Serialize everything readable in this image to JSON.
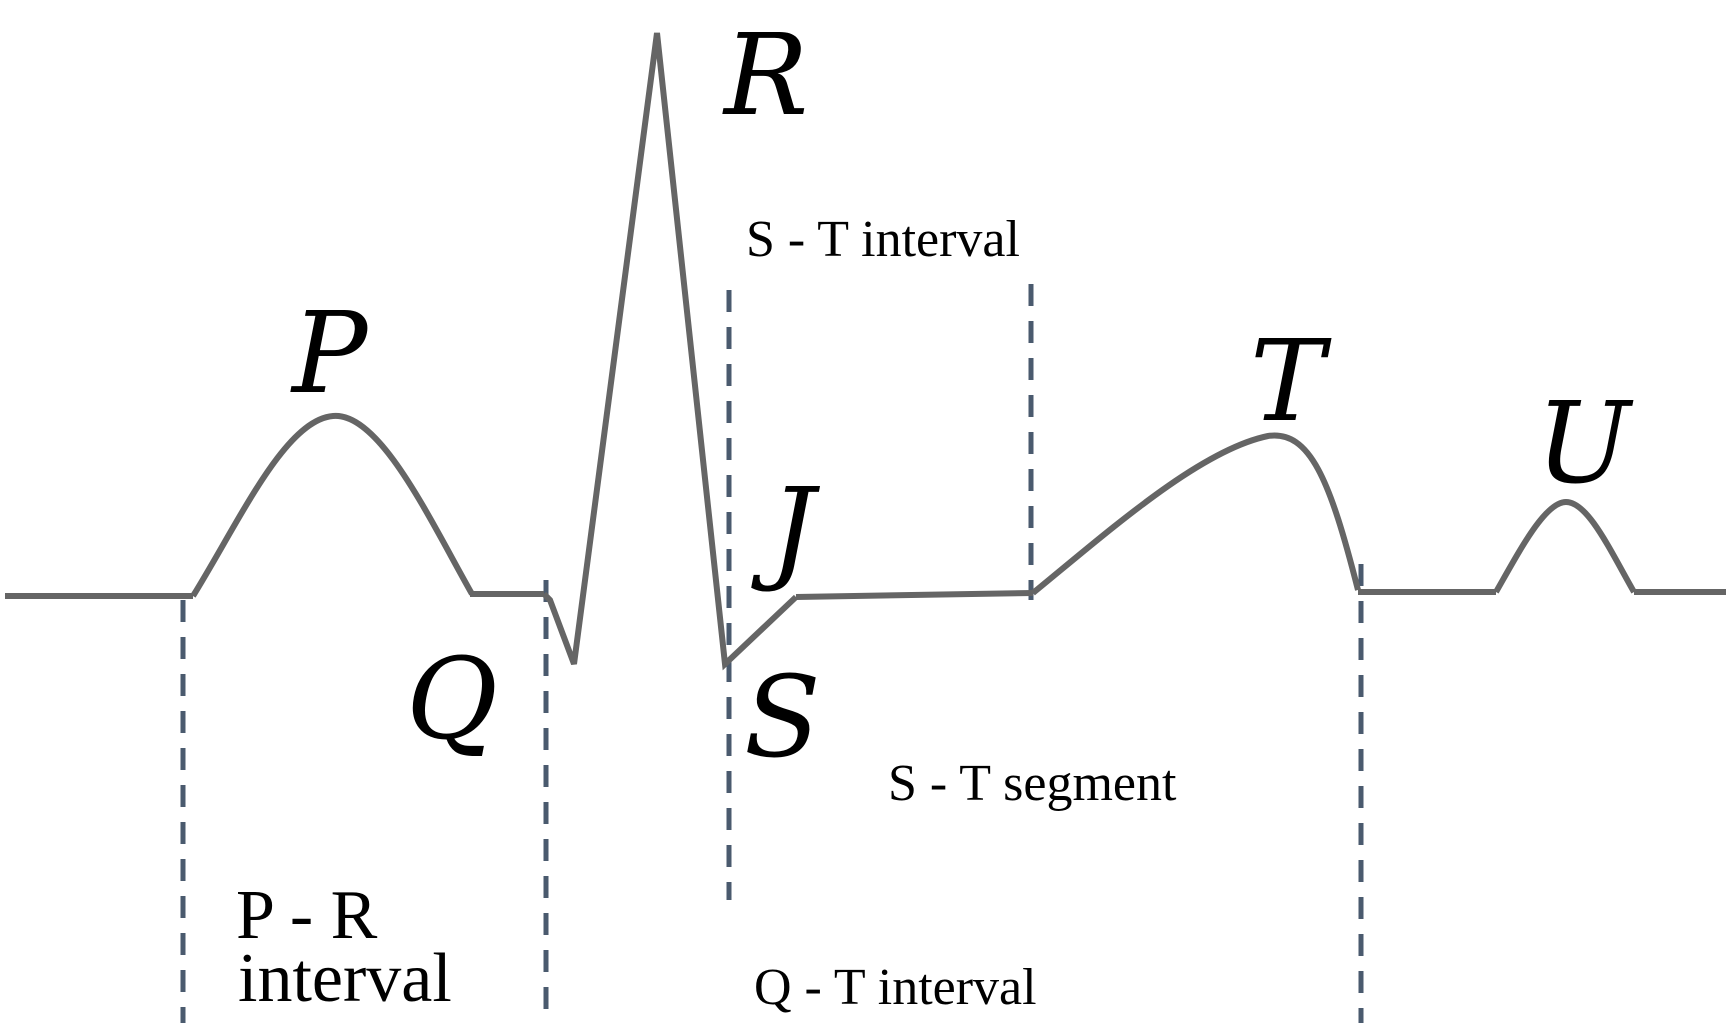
{
  "diagram": {
    "waves": [
      {
        "id": "p",
        "label": "P"
      },
      {
        "id": "q",
        "label": "Q"
      },
      {
        "id": "r",
        "label": "R"
      },
      {
        "id": "s",
        "label": "S"
      },
      {
        "id": "j",
        "label": "J"
      },
      {
        "id": "t",
        "label": "T"
      },
      {
        "id": "u",
        "label": "U"
      }
    ],
    "intervals": {
      "pr_line1": "P - R",
      "pr_line2": "interval",
      "st_interval": "S - T interval",
      "st_segment": "S - T segment",
      "qt_interval": "Q - T interval"
    },
    "colors": {
      "trace": "#656565",
      "markers": "#4a5a6e",
      "text": "#000000",
      "background": "#ffffff"
    }
  }
}
